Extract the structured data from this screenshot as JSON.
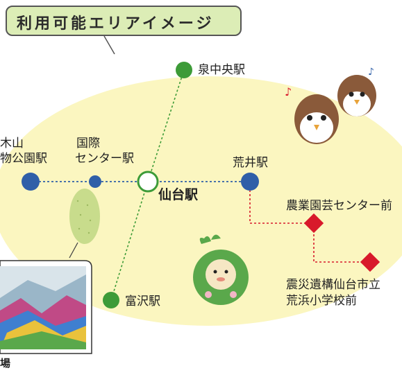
{
  "title": "利用可能エリアイメージ",
  "colors": {
    "area_fill": "#fbf6c0",
    "title_bg": "#dcedb6",
    "green_station": "#3d9b38",
    "blue_station": "#2f5fa8",
    "bus_stop": "#d8192b",
    "park": "#c8dc8c"
  },
  "stations": {
    "izumi_chuo": "泉中央駅",
    "tomizawa": "富沢駅",
    "sendai": "仙台駅",
    "arai": "荒井駅",
    "kokusai_line1": "国際",
    "kokusai_line2": "センター駅",
    "yagiyama_line1": "八木山",
    "yagiyama_line2": "動物公園駅"
  },
  "stops": {
    "nogyo": "農業園芸センター前",
    "shinsai_line1": "震災遺構仙台市立",
    "shinsai_line2": "荒浜小学校前"
  },
  "photo_caption": "場",
  "icons": [
    "sparrow-mascot-icon",
    "plant-mascot-icon",
    "music-note-icon"
  ]
}
